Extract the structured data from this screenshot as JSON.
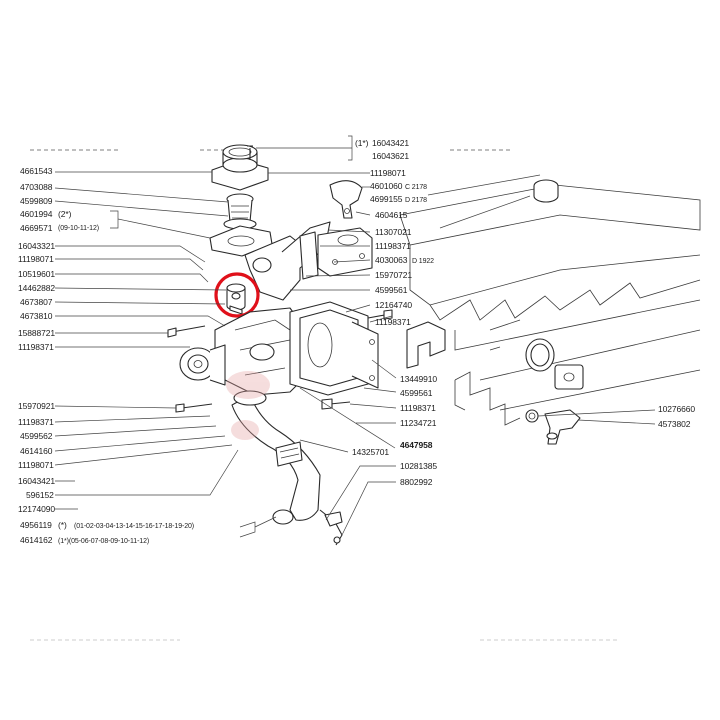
{
  "labels_left": [
    {
      "id": "l1",
      "text": "4661543"
    },
    {
      "id": "l2",
      "text": "4703088"
    },
    {
      "id": "l3",
      "text": "4599809"
    },
    {
      "id": "l4",
      "text": "4601994"
    },
    {
      "id": "l4b",
      "text": "(2*)"
    },
    {
      "id": "l5",
      "text": "4669571"
    },
    {
      "id": "l5b",
      "text": "(09-10-11-12)"
    },
    {
      "id": "l6",
      "text": "16043321"
    },
    {
      "id": "l7",
      "text": "11198071"
    },
    {
      "id": "l8",
      "text": "10519601"
    },
    {
      "id": "l9",
      "text": "14462882"
    },
    {
      "id": "l10",
      "text": "4673807"
    },
    {
      "id": "l11",
      "text": "4673810"
    },
    {
      "id": "l12",
      "text": "15888721"
    },
    {
      "id": "l13",
      "text": "11198371"
    },
    {
      "id": "l14",
      "text": "15970921"
    },
    {
      "id": "l15",
      "text": "11198371"
    },
    {
      "id": "l16",
      "text": "4599562"
    },
    {
      "id": "l17",
      "text": "4614160"
    },
    {
      "id": "l18",
      "text": "11198071"
    },
    {
      "id": "l19",
      "text": "16043421"
    },
    {
      "id": "l20",
      "text": "596152"
    },
    {
      "id": "l21",
      "text": "12174090"
    },
    {
      "id": "l22",
      "text": "4956119"
    },
    {
      "id": "l22b",
      "text": "(*)"
    },
    {
      "id": "l22c",
      "text": "(01-02-03-04-13-14-15-16-17-18-19-20)"
    },
    {
      "id": "l23",
      "text": "4614162"
    },
    {
      "id": "l23b",
      "text": "(1*)(05-06-07-08-09-10-11-12)"
    }
  ],
  "labels_center": [
    {
      "id": "c0",
      "text": "(1*)"
    },
    {
      "id": "c1",
      "text": "16043421"
    },
    {
      "id": "c2",
      "text": "16043621"
    },
    {
      "id": "c3",
      "text": "11198071"
    },
    {
      "id": "c4",
      "text": "4601060"
    },
    {
      "id": "c4b",
      "text": "C 2178"
    },
    {
      "id": "c5",
      "text": "4699155"
    },
    {
      "id": "c5b",
      "text": "D 2178"
    },
    {
      "id": "c6",
      "text": "4604615"
    },
    {
      "id": "c7",
      "text": "11307021"
    },
    {
      "id": "c8",
      "text": "11198371"
    },
    {
      "id": "c9",
      "text": "4030063"
    },
    {
      "id": "c9b",
      "text": "D 1922"
    },
    {
      "id": "c10",
      "text": "15970721"
    },
    {
      "id": "c11",
      "text": "4599561"
    },
    {
      "id": "c12",
      "text": "12164740"
    },
    {
      "id": "c13",
      "text": "11198371"
    },
    {
      "id": "c14",
      "text": "13449910"
    },
    {
      "id": "c15",
      "text": "4599561"
    },
    {
      "id": "c16",
      "text": "11198371"
    },
    {
      "id": "c17",
      "text": "11234721"
    },
    {
      "id": "c18",
      "text": "4647958"
    },
    {
      "id": "c18b",
      "text": "14325701"
    },
    {
      "id": "c19",
      "text": "10281385"
    },
    {
      "id": "c20",
      "text": "8802992"
    }
  ],
  "labels_right": [
    {
      "id": "r1",
      "text": "10276660"
    },
    {
      "id": "r2",
      "text": "4573802"
    }
  ],
  "highlight": {
    "color": "#e0101a",
    "target": "14462882"
  }
}
